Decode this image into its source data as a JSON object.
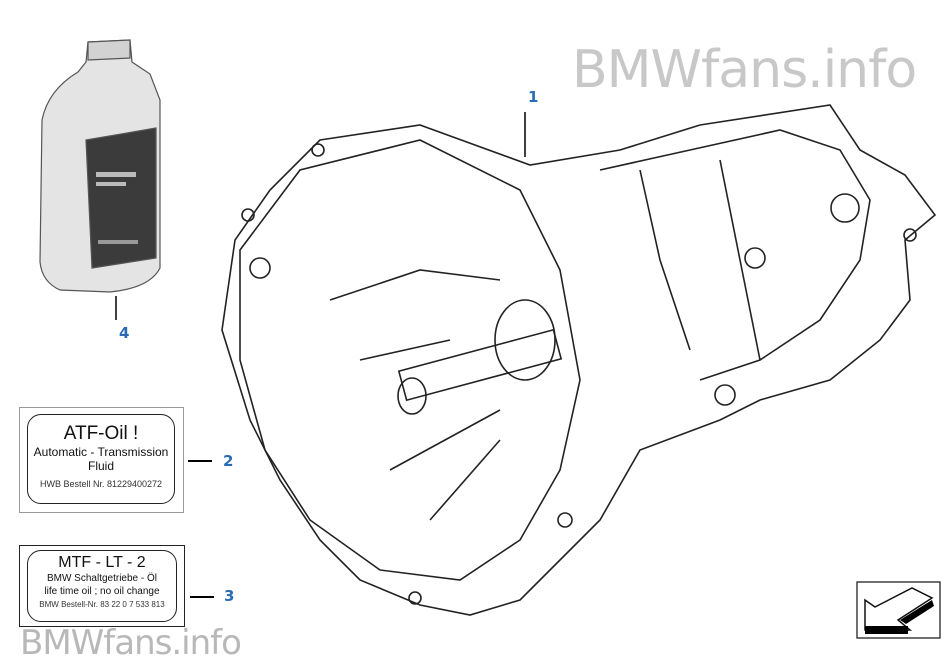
{
  "watermark_top": "BMWfans.info",
  "watermark_bottom": "BMWfans.info",
  "callouts": [
    "1",
    "2",
    "3",
    "4"
  ],
  "label_atf": {
    "title": "ATF-Oil !",
    "line1": "Automatic - Transmission",
    "line2": "Fluid",
    "line3": "HWB Bestell Nr. 81229400272"
  },
  "label_mtf": {
    "title": "MTF - LT - 2",
    "line1": "BMW Schaltgetriebe - Öl",
    "line2": "life time oil ; no oil change",
    "line3": "BMW Bestell-Nr. 83 22 0 7 533 813"
  },
  "colors": {
    "callout": "#2a6ab5",
    "watermark": "#c8c8c8"
  }
}
